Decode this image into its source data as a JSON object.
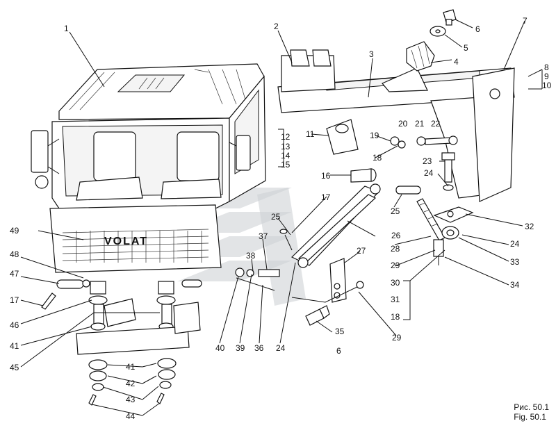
{
  "figure": {
    "caption_ru": "Рис. 50.1",
    "caption_en": "Fig. 50.1",
    "brand_on_grille": "VOLAT"
  },
  "callouts": [
    "1",
    "2",
    "3",
    "4",
    "5",
    "6",
    "7",
    "8",
    "9",
    "10",
    "11",
    "12",
    "13",
    "14",
    "15",
    "16",
    "17",
    "18",
    "19",
    "20",
    "21",
    "22",
    "23",
    "24",
    "25",
    "26",
    "27",
    "28",
    "29",
    "30",
    "31",
    "32",
    "33",
    "34",
    "35",
    "36",
    "37",
    "38",
    "39",
    "40",
    "41",
    "42",
    "43",
    "44",
    "45",
    "46",
    "47",
    "48",
    "49"
  ],
  "colors": {
    "line": "#111111",
    "watermark": "#cfd2d6",
    "background": "#ffffff"
  }
}
